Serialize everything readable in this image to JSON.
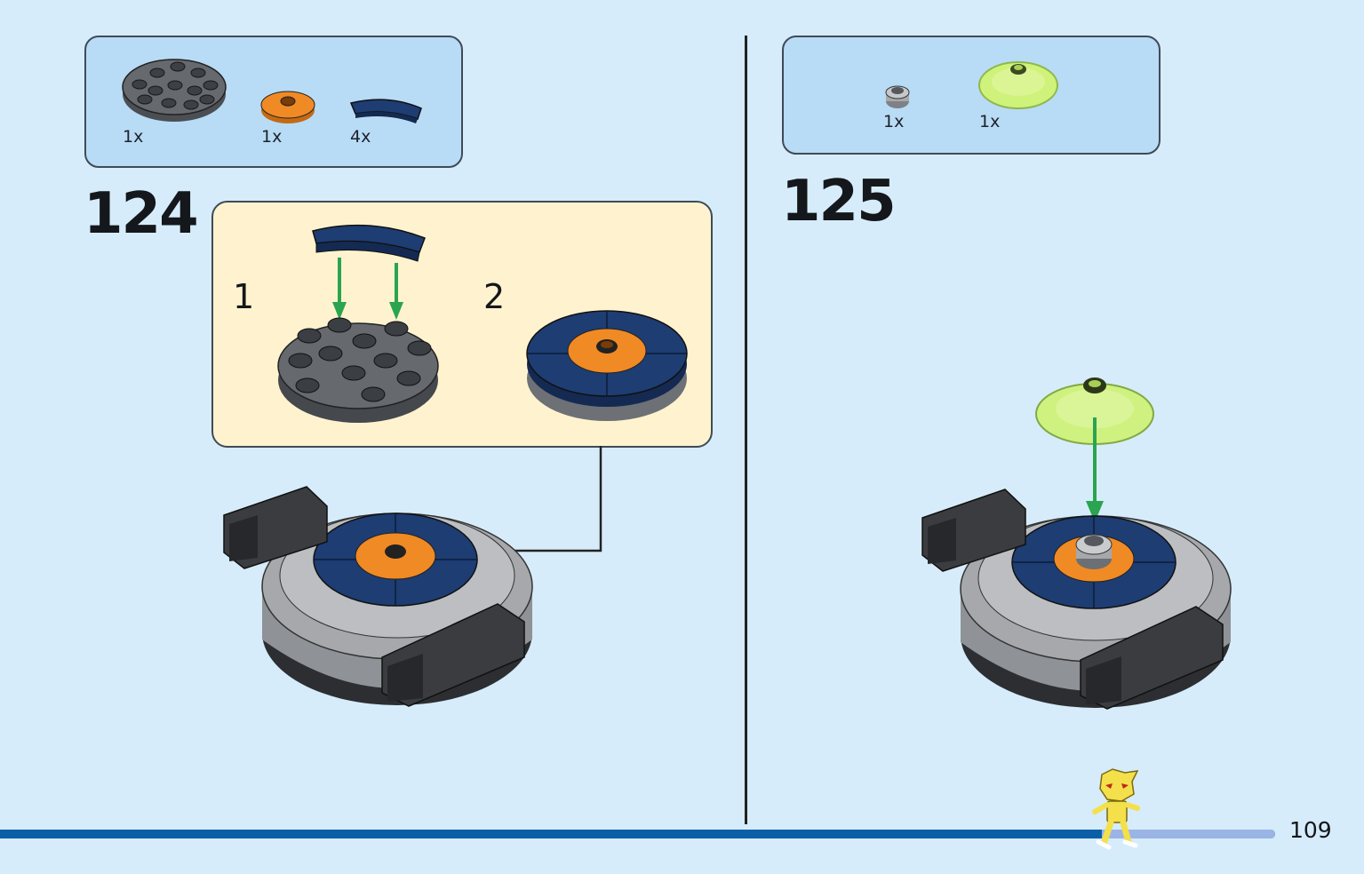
{
  "step124": {
    "number": "124",
    "parts": [
      {
        "name": "dark grey round plate with studs",
        "qty": "1x"
      },
      {
        "name": "orange round tile with stud",
        "qty": "1x"
      },
      {
        "name": "dark blue quarter curved tile",
        "qty": "4x"
      }
    ],
    "substeps": [
      "1",
      "2"
    ]
  },
  "step125": {
    "number": "125",
    "parts": [
      {
        "name": "grey round cone stud",
        "qty": "1x"
      },
      {
        "name": "trans-green dish",
        "qty": "1x"
      }
    ]
  },
  "page": {
    "number": "109"
  },
  "colors": {
    "background": "#d6ecfa",
    "parts_box": "#b8dbf6",
    "callout": "#fff3cf",
    "arrow_green": "#2aa44f",
    "dark_blue": "#1d3d73",
    "orange": "#f08a24",
    "dark_grey": "#5a5d62",
    "light_grey": "#a6a8ab",
    "progress": "#0b5fa6"
  }
}
